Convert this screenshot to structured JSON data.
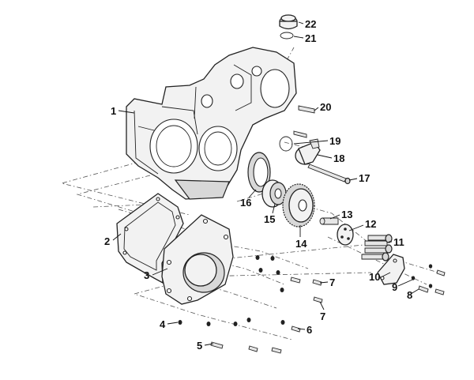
{
  "callouts": [
    "1",
    "2",
    "3",
    "4",
    "5",
    "6",
    "7",
    "7",
    "8",
    "9",
    "10",
    "11",
    "12",
    "13",
    "14",
    "15",
    "16",
    "17",
    "18",
    "19",
    "20",
    "21",
    "22"
  ]
}
